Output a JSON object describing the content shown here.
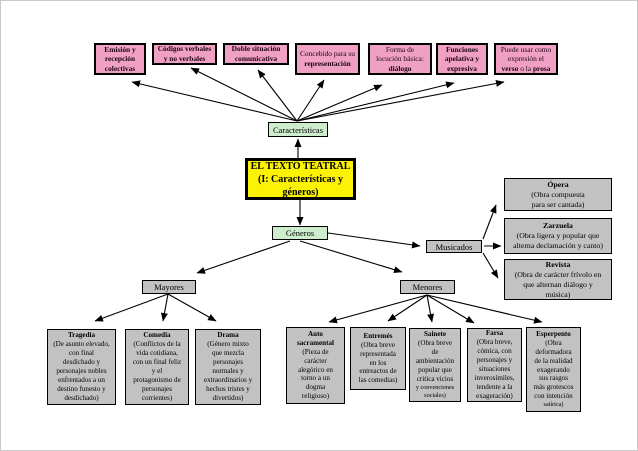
{
  "diagram": {
    "colors": {
      "pink": "#f0a1c3",
      "yellow": "#fbf303",
      "green": "#cdedcd",
      "gray": "#c2c2c2",
      "line": "#000000"
    },
    "center": {
      "title": "EL TEXTO TEATRAL\n(I: Características y\ngéneros)",
      "caracteristicas": "Características",
      "generos": "Géneros"
    },
    "top": [
      {
        "b1": "Emisión y\nrecepción\ncolectivas"
      },
      {
        "b1": "Códigos verbales\ny no verbales"
      },
      {
        "b1": "Doble situación\ncomunicativa"
      },
      {
        "t1": "Concebido para su\n",
        "b1": "representación"
      },
      {
        "t1": "Forma de\nlocución básica:\n",
        "b1": "diálogo"
      },
      {
        "b1": "Funciones\napelativa y\nexpresiva"
      },
      {
        "t1": "Puede usar como\nexpresión el\n",
        "b1": "verso",
        "t2": " o la ",
        "b2": "prosa"
      }
    ],
    "mid": {
      "mayores": "Mayores",
      "menores": "Menores",
      "musicados": "Musicados"
    },
    "right": [
      {
        "title": "Ópera",
        "body": "(Obra compuesta\npara ser cantada)"
      },
      {
        "title": "Zarzuela",
        "body": "(Obra ligera y popular que\nalterna declamación y canto)"
      },
      {
        "title": "Revista",
        "body": "(Obra de carácter frívolo en\nque alternan diálogo y\nmúsica)"
      }
    ],
    "bottom": [
      {
        "title": "Tragedia",
        "body": "(De asunto elevado,\ncon final\ndesdichado y\npersonajes nobles\nenfrentados a un\ndestino funesto y\ndesdichado)"
      },
      {
        "title": "Comedia",
        "body": "(Conflictos de la\nvida cotidiana,\ncon un final feliz\ny el\nprotagonismo de\npersonajes\ncorrientes)"
      },
      {
        "title": "Drama",
        "body": "(Género mixto\nque mezcla\npersonajes\nnormales y\nextraordinarios y\nhechos tristes y\ndivertidos)"
      },
      {
        "title": "Auto\nsacramental",
        "body": "(Pieza de\ncarácter\nalegórico en\ntorno a un\ndogma\nreligioso)"
      },
      {
        "title": "Entremés",
        "body": "(Obra breve\nrepresentada\nen los\nentreactos de\nlas comedias)"
      },
      {
        "title": "Sainete",
        "body": "(Obra breve\nde\nambientación\npopular que\ncritica vicios",
        "small": "y convenciones\nsociales)"
      },
      {
        "title": "Farsa",
        "body": "(Obra breve,\ncómica, con\npersonajes y\nsituaciones\ninverosímiles,\ntendente a la\nexageración)"
      },
      {
        "title": "Esperpento",
        "body": "(Obra\ndeformadora\nde la realidad\nexagerando\nsus rasgos\nmás grotescos\ncon intención",
        "small": "satírica)"
      }
    ]
  }
}
